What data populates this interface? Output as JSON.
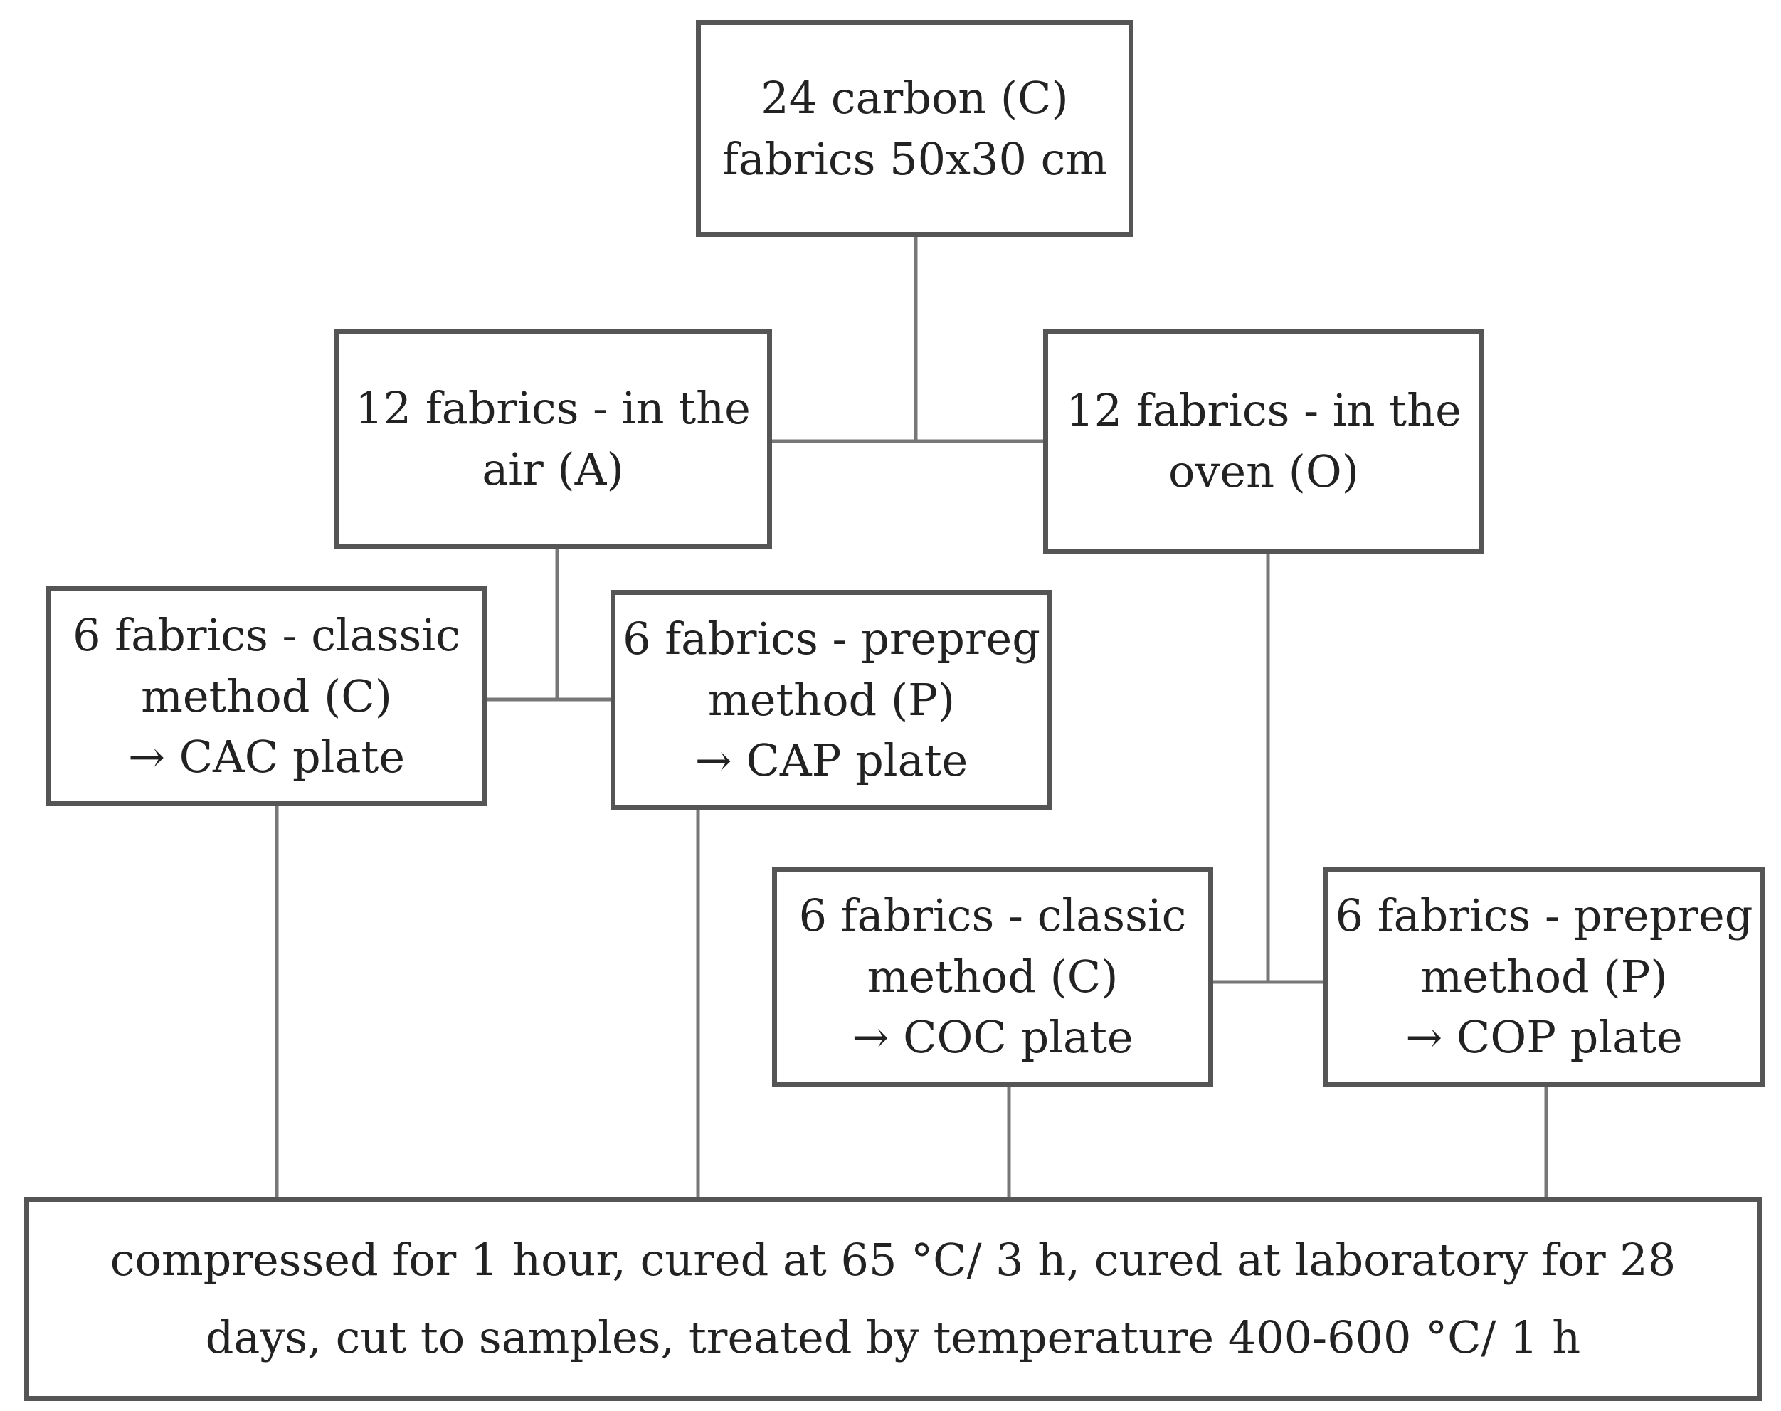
{
  "nodes": {
    "root": "24 carbon (C)\nfabrics 50x30 cm",
    "air": "12 fabrics - in the\nair (A)",
    "oven": "12 fabrics - in the\noven (O)",
    "cac": "6 fabrics - classic\nmethod (C)\n→ CAC plate",
    "cap": "6 fabrics - prepreg\nmethod (P)\n→ CAP plate",
    "coc": "6 fabrics - classic\nmethod (C)\n→ COC plate",
    "cop": "6 fabrics - prepreg\nmethod (P)\n→ COP plate",
    "final": "compressed for 1 hour, cured at 65 °C/ 3 h, cured at laboratory for 28\ndays, cut to samples, treated by temperature 400-600 °C/ 1 h"
  },
  "edges": [
    {
      "from": "root",
      "to": "air"
    },
    {
      "from": "root",
      "to": "oven"
    },
    {
      "from": "air",
      "to": "cac"
    },
    {
      "from": "air",
      "to": "cap"
    },
    {
      "from": "oven",
      "to": "coc"
    },
    {
      "from": "oven",
      "to": "cop"
    },
    {
      "from": "cac",
      "to": "final"
    },
    {
      "from": "cap",
      "to": "final"
    },
    {
      "from": "coc",
      "to": "final"
    },
    {
      "from": "cop",
      "to": "final"
    }
  ],
  "colors": {
    "border": "#555555",
    "connector": "#777777",
    "text": "#222222"
  }
}
